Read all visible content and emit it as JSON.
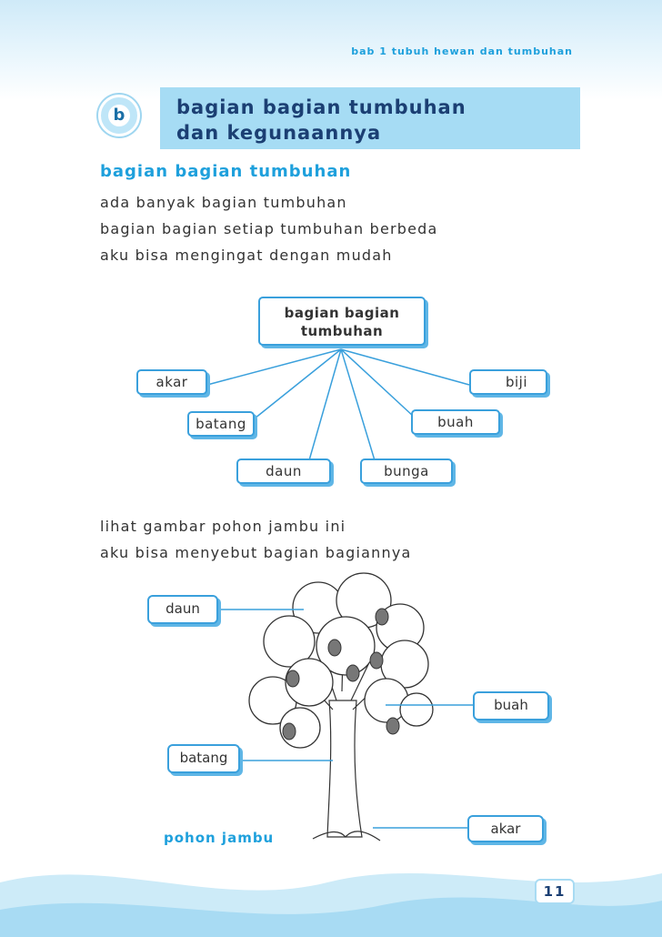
{
  "header": {
    "running_head": "bab 1 tubuh hewan dan tumbuhan"
  },
  "section": {
    "badge_letter": "b",
    "title_line1": "bagian bagian tumbuhan",
    "title_line2": "dan kegunaannya"
  },
  "subheading": "bagian bagian tumbuhan",
  "intro_lines": [
    "ada banyak bagian tumbuhan",
    "bagian bagian setiap tumbuhan berbeda",
    "aku bisa mengingat dengan mudah"
  ],
  "diagram": {
    "root_line1": "bagian bagian",
    "root_line2": "tumbuhan",
    "parts": [
      "akar",
      "biji",
      "batang",
      "buah",
      "daun",
      "bunga"
    ]
  },
  "tree_intro_lines": [
    "lihat gambar pohon jambu ini",
    "aku bisa menyebut bagian bagiannya"
  ],
  "tree_labels": {
    "daun": "daun",
    "buah": "buah",
    "batang": "batang",
    "akar": "akar"
  },
  "tree_caption": "pohon jambu",
  "page_number": "11",
  "colors": {
    "accent": "#1ea0dc",
    "title": "#1b3f73",
    "box_border": "#3aa0dc",
    "band": "#a6dcf4"
  }
}
